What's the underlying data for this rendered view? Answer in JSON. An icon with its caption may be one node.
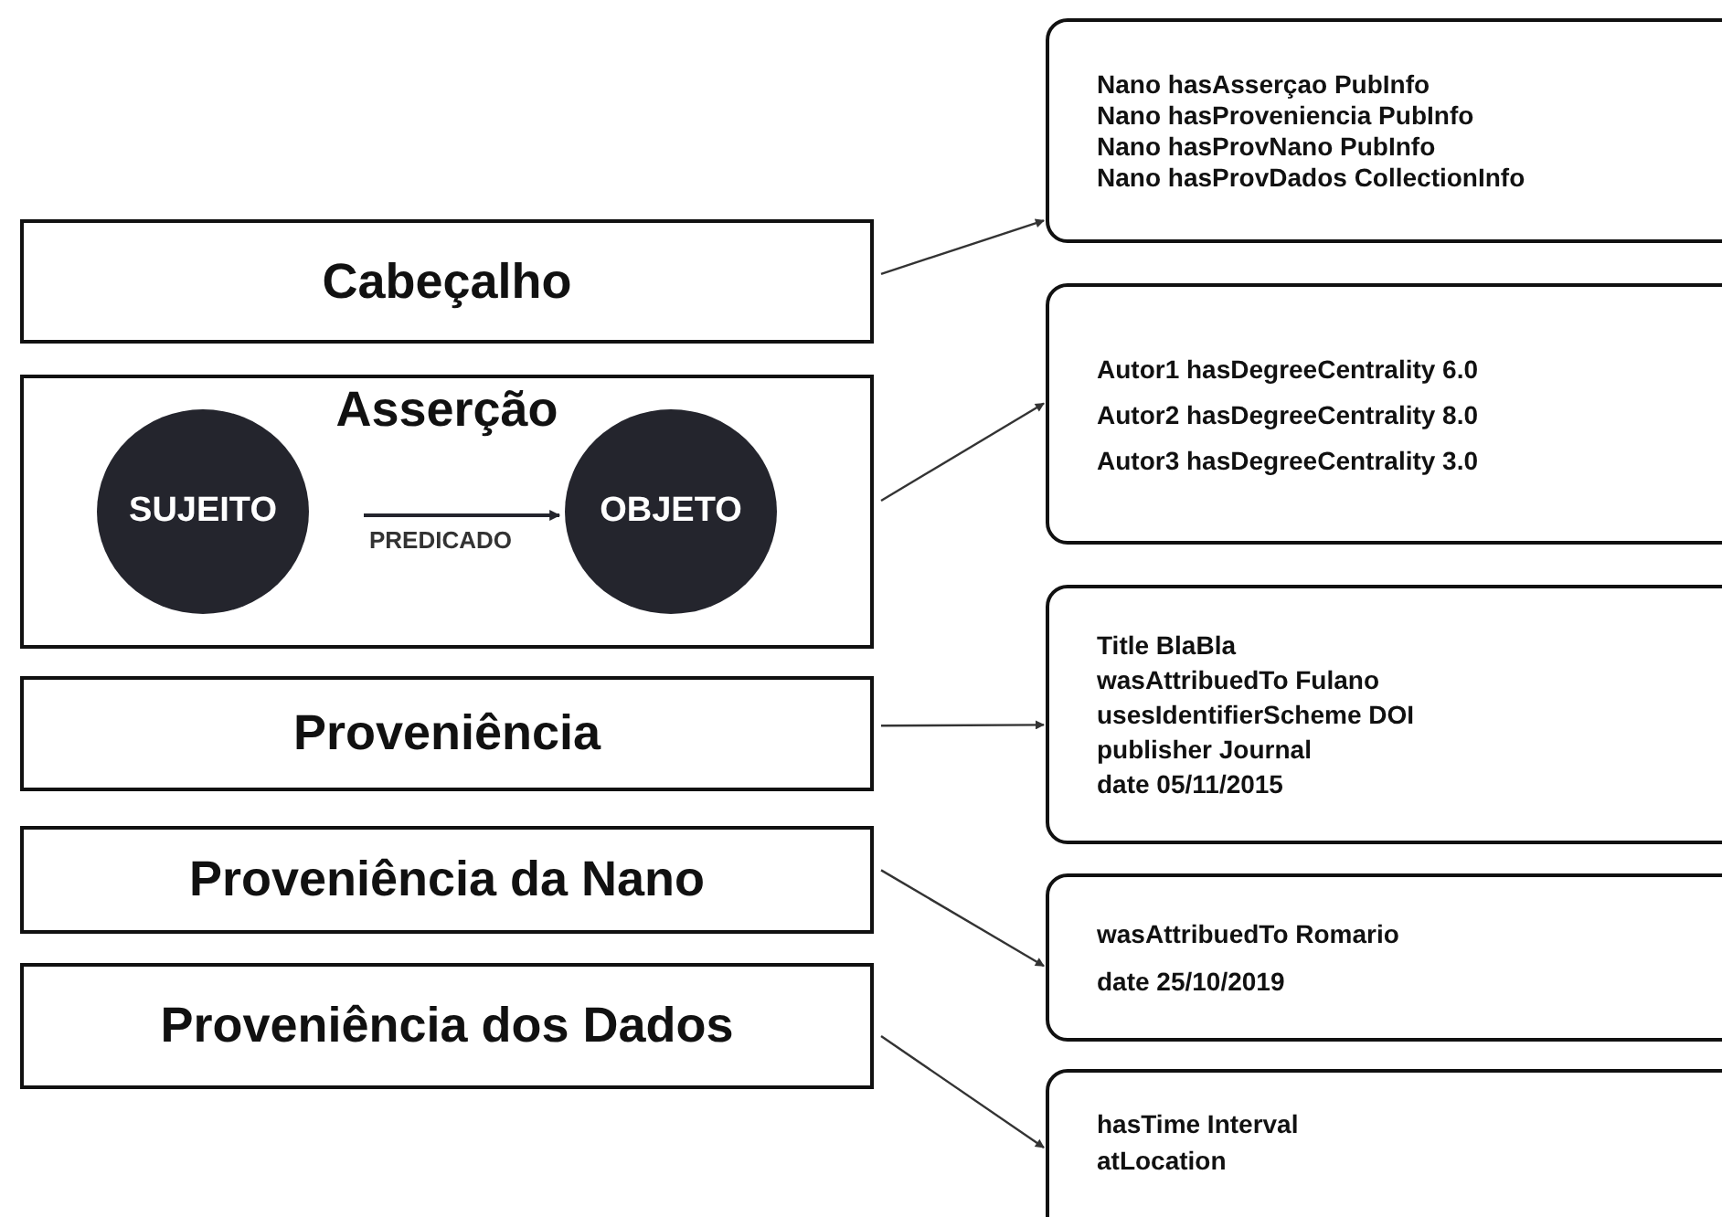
{
  "diagram": {
    "nodes": [
      {
        "text": [
          "Cabeçalho"
        ]
      },
      {
        "text": [
          "Asserção"
        ]
      },
      {
        "text": [
          "SUJEITO"
        ],
        "in": 1
      },
      {
        "text": [
          "OBJETO"
        ],
        "in": 1
      },
      {
        "text": [
          "Proveniência"
        ]
      },
      {
        "text": [
          "Proveniência da Nano"
        ]
      },
      {
        "text": [
          "Proveniência dos Dados"
        ]
      },
      {
        "text": [
          "Nano hasAsserçao PubInfo",
          "Nano hasProveniencia PubInfo",
          "Nano hasProvNano PubInfo",
          "Nano hasProvDados CollectionInfo"
        ]
      },
      {
        "text": [
          "Autor1 hasDegreeCentrality 6.0",
          "Autor2 hasDegreeCentrality 8.0",
          "Autor3 hasDegreeCentrality 3.0"
        ]
      },
      {
        "text": [
          "Title BlaBla",
          "wasAttribuedTo Fulano",
          "usesIdentifierScheme DOI",
          "publisher Journal",
          "date 05/11/2015"
        ]
      },
      {
        "text": [
          "wasAttribuedTo Romario",
          "date 25/10/2019"
        ]
      },
      {
        "text": [
          "hasTime Interval",
          "atLocation"
        ]
      }
    ],
    "edges": [
      {
        "from": 2,
        "to": 3,
        "arrow": "to",
        "label": "PREDICADO"
      },
      {
        "from": 0,
        "to": 7,
        "arrow": "to"
      },
      {
        "from": 1,
        "to": 8,
        "arrow": "to"
      },
      {
        "from": 4,
        "to": 9,
        "arrow": "to"
      },
      {
        "from": 5,
        "to": 10,
        "arrow": "to"
      },
      {
        "from": 6,
        "to": 11,
        "arrow": "to"
      }
    ]
  }
}
